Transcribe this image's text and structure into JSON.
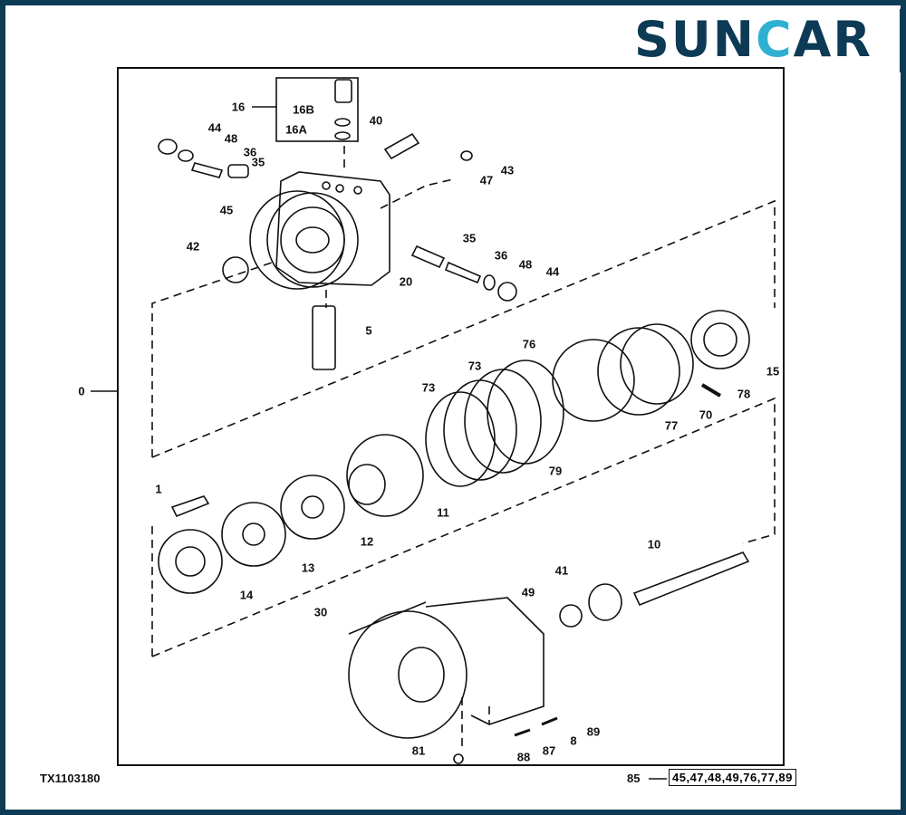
{
  "logo": {
    "part1": "SUN",
    "part2": "C",
    "part3": "AR"
  },
  "drawing_id": "TX1103180",
  "kit": {
    "number": "85",
    "parts": "45,47,48,49,76,77,89"
  },
  "callouts": [
    "16",
    "16B",
    "16A",
    "40",
    "44",
    "48",
    "36",
    "35",
    "43",
    "47",
    "45",
    "35",
    "36",
    "48",
    "44",
    "42",
    "20",
    "5",
    "0",
    "76",
    "73",
    "73",
    "15",
    "78",
    "70",
    "77",
    "79",
    "11",
    "1",
    "12",
    "13",
    "14",
    "10",
    "41",
    "49",
    "30",
    "89",
    "87",
    "8",
    "88",
    "81"
  ],
  "colors": {
    "brand_dark": "#0d3a55",
    "brand_light": "#2fb0d3"
  }
}
